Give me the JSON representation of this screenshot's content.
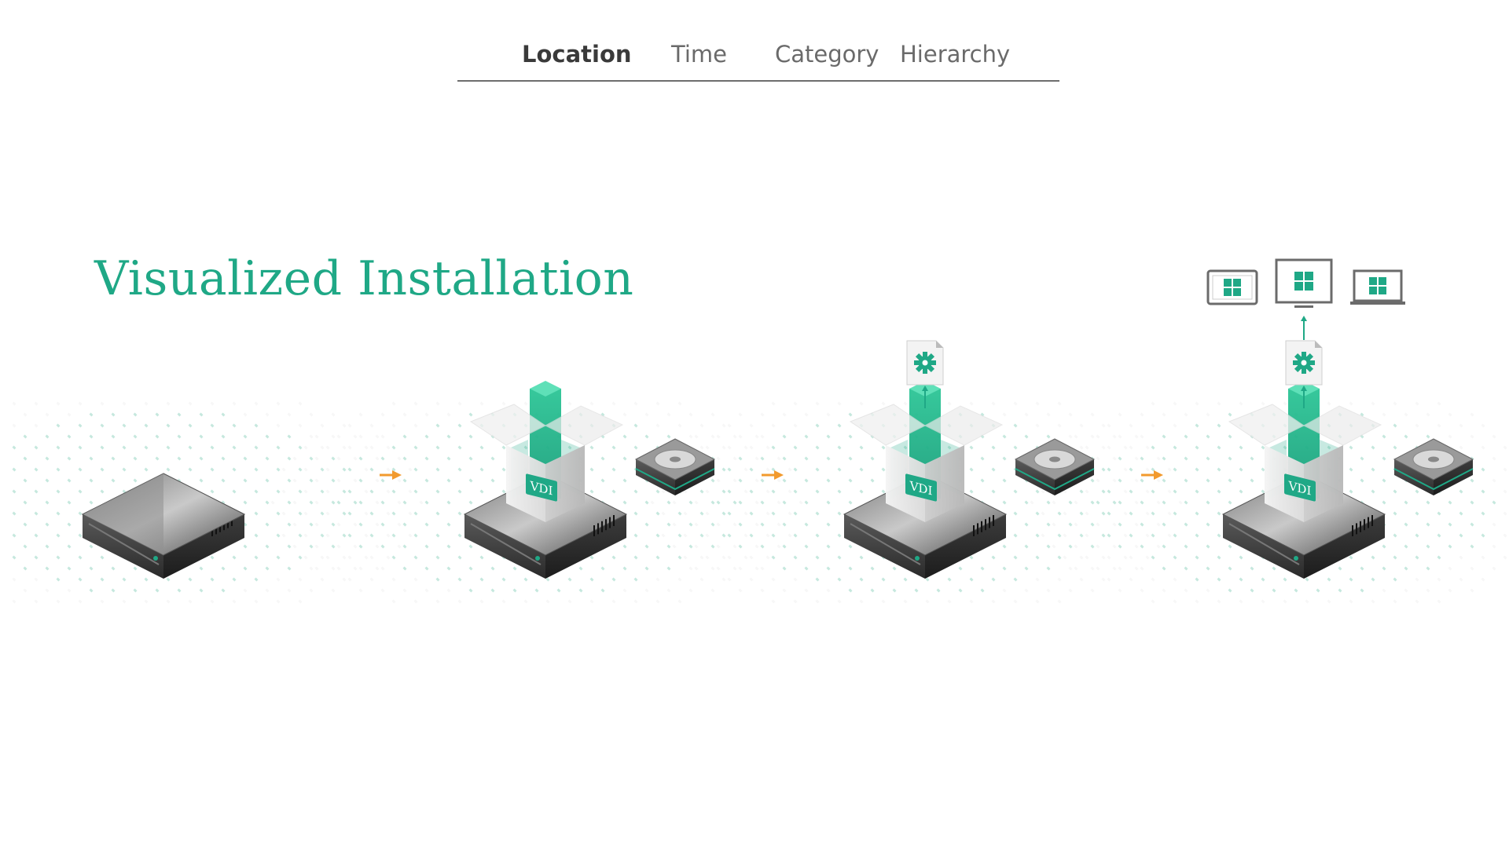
{
  "nav": {
    "tabs": [
      {
        "label": "Location",
        "active": true
      },
      {
        "label": "Time",
        "active": false
      },
      {
        "label": "Category",
        "active": false
      },
      {
        "label": "Hierarchy",
        "active": false
      }
    ]
  },
  "title": "Visualized Installation",
  "diagram": {
    "steps": [
      {
        "box": false,
        "box_label": "",
        "gear_file": false,
        "devices": false
      },
      {
        "box": true,
        "box_label": "VDI",
        "gear_file": false,
        "devices": false
      },
      {
        "box": true,
        "box_label": "VDI",
        "gear_file": true,
        "devices": false
      },
      {
        "box": true,
        "box_label": "VDI",
        "gear_file": true,
        "devices": true
      }
    ],
    "devices": [
      "tablet-icon",
      "monitor-icon",
      "laptop-icon"
    ]
  },
  "colors": {
    "accent": "#1fa886",
    "arrow": "#f29a2e",
    "dots": "#bfe6da",
    "server_dark": "#2f2f2f",
    "tab_rule": "#6d6d6d"
  }
}
